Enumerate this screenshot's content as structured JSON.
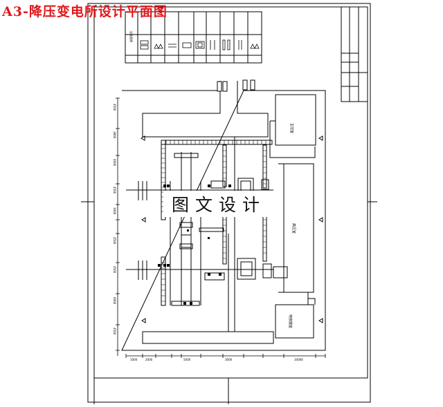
{
  "title": "A3-降压变电所设计平面图",
  "watermark": "图文设计",
  "rooms": {
    "main_control": "主控室",
    "high_voltage": "高压室",
    "capacitor": "电容器室"
  },
  "colors": {
    "title": "#e0181c",
    "line": "#000000",
    "background": "#ffffff"
  }
}
